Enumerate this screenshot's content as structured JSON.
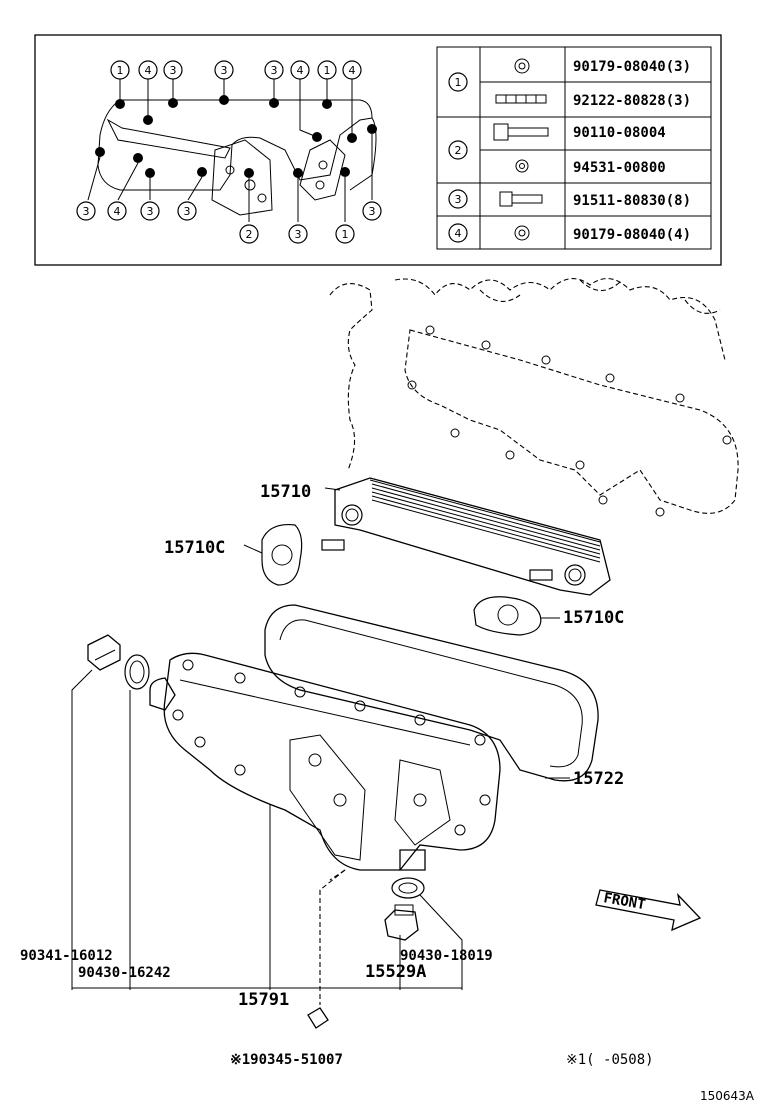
{
  "inset": {
    "table": [
      {
        "key": "1",
        "parts": [
          "90179-08040(3)",
          "92122-80828(3)"
        ]
      },
      {
        "key": "2",
        "parts": [
          "90110-08004",
          "94531-00800"
        ]
      },
      {
        "key": "3",
        "parts": [
          "91511-80830(8)"
        ]
      },
      {
        "key": "4",
        "parts": [
          "90179-08040(4)"
        ]
      }
    ],
    "callouts_top": [
      "1",
      "4",
      "3",
      "3",
      "3",
      "4",
      "1",
      "4"
    ],
    "callouts_bottom": [
      "3",
      "4",
      "3",
      "3",
      "2",
      "3",
      "1",
      "3"
    ]
  },
  "parts": {
    "p15710": "15710",
    "p15710c_left": "15710C",
    "p15710c_right": "15710C",
    "p15722": "15722",
    "p90341": "90341-16012",
    "p90430a": "90430-16242",
    "p90430b": "90430-18019",
    "p15529a": "15529A",
    "p15791": "15791",
    "p90345": "※190345-51007"
  },
  "front_label": "FRONT",
  "footnote": "※1(     -0508)",
  "figure_id": "150643A"
}
